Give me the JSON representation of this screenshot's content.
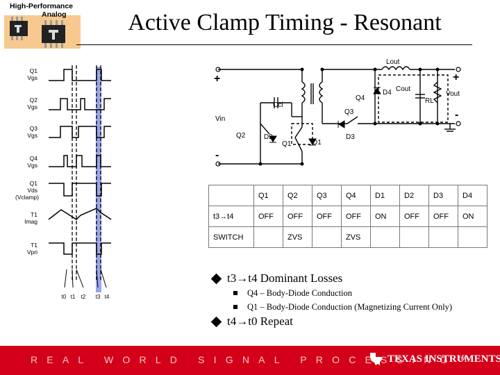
{
  "logo": {
    "line1": "High-Performance",
    "line2": "Analog"
  },
  "title": "Active Clamp Timing - Resonant",
  "timing": {
    "signals": [
      {
        "l1": "Q1",
        "l2": "Vgs",
        "l3": ""
      },
      {
        "l1": "Q2",
        "l2": "Vgs",
        "l3": ""
      },
      {
        "l1": "Q3",
        "l2": "Vgs",
        "l3": ""
      },
      {
        "l1": "Q4",
        "l2": "Vgs",
        "l3": ""
      },
      {
        "l1": "Q1",
        "l2": "Vds",
        "l3": "(Vclamp)"
      },
      {
        "l1": "T1",
        "l2": "Imag",
        "l3": ""
      },
      {
        "l1": "T1",
        "l2": "Vpri",
        "l3": ""
      }
    ],
    "time_labels": [
      "t0",
      "t1",
      "t2",
      "t3",
      "t4"
    ]
  },
  "circuit": {
    "labels": {
      "lout": "Lout",
      "cout": "Cout",
      "rl": "RL",
      "vout": "Vout",
      "ccl": "Ccl",
      "vin": "Vin",
      "q1": "Q1",
      "q2": "Q2",
      "q3": "Q3",
      "q4": "Q4",
      "d1": "D1",
      "d2": "D2",
      "d3": "D3",
      "d4": "D4",
      "plus_in": "+",
      "minus_in": "-",
      "plus_out": "+",
      "minus_out": "-"
    }
  },
  "state_table": {
    "headers": [
      "",
      "Q1",
      "Q2",
      "Q3",
      "Q4",
      "D1",
      "D2",
      "D3",
      "D4"
    ],
    "rows": [
      [
        "t3→t4",
        "OFF",
        "OFF",
        "OFF",
        "OFF",
        "ON",
        "OFF",
        "OFF",
        "ON"
      ],
      [
        "SWITCH",
        "",
        "ZVS",
        "",
        "ZVS",
        "",
        "",
        "",
        ""
      ]
    ]
  },
  "bullets": [
    {
      "text": "t3→t4 Dominant Losses",
      "subs": [
        "Q4 – Body-Diode Conduction",
        "Q1 – Body-Diode Conduction (Magnetizing Current Only)"
      ]
    },
    {
      "text": "t4→t0 Repeat",
      "subs": []
    }
  ],
  "footer": {
    "tagline": "REAL WORLD SIGNAL PROCESSING™",
    "company": "TEXAS INSTRUMENTS"
  },
  "colors": {
    "footer_red": "#d4001a",
    "highlight_blue": "#9aa6ea",
    "logo_orange": "#f5c38a"
  }
}
